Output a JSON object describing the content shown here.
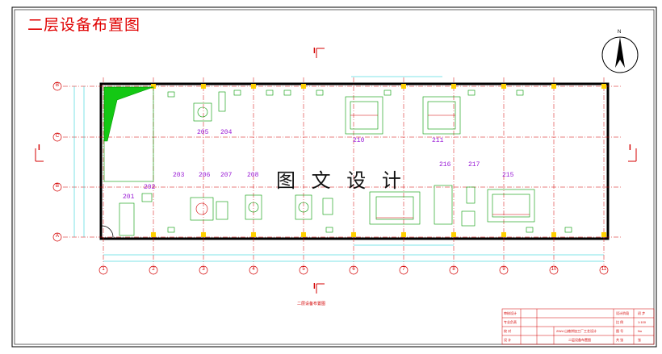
{
  "drawing": {
    "title": "二层设备布置图",
    "watermark": "图 文 设 计",
    "north_label": "N",
    "section_marks": [
      "I",
      "I",
      "I",
      "I"
    ],
    "grid_letters": [
      "B",
      "C",
      "B",
      "A"
    ],
    "grid_numbers": [
      "1",
      "2",
      "3",
      "4",
      "5",
      "6",
      "7",
      "8",
      "9",
      "10",
      "11"
    ],
    "equipment_tags": [
      "205",
      "204",
      "210",
      "211",
      "203",
      "206",
      "207",
      "208",
      "201",
      "202",
      "216",
      "217",
      "215"
    ],
    "subcaption": "二层设备布置图",
    "title_block": {
      "rows": [
        "审核设计",
        "专业负责",
        "校 对",
        "设 计"
      ],
      "project": "20t/d 山楂饼加工厂工艺设计",
      "drawing_name": "二层设备布置图",
      "right_labels": [
        "设计阶段",
        "比 例",
        "图 号",
        "共 张"
      ],
      "right_values": [
        "初 步",
        "1:100",
        "No",
        "张"
      ]
    }
  },
  "colors": {
    "frame": "#000000",
    "grid": "#d40000",
    "equipment": "#009900",
    "dims": "#00c8d0",
    "tags": "#9a1bd6",
    "column": "#ffd000"
  }
}
